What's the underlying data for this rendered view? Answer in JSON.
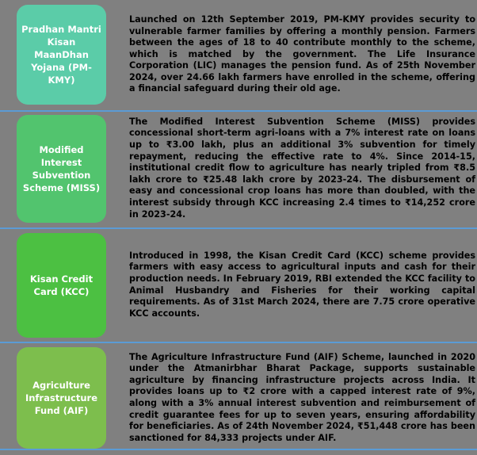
{
  "theme": {
    "background_color": "#808080",
    "divider_color": "#5B9BD5",
    "text_color": "#000000",
    "label_text_color": "#FFFFFF"
  },
  "rows": [
    {
      "label": "Pradhan Mantri Kisan MaanDhan Yojana (PM-KMY)",
      "label_color": "#5BCCA8",
      "description": "Launched on 12th September 2019, PM-KMY provides security to vulnerable farmer families by offering a monthly pension. Farmers between the ages of 18 to 40 contribute monthly to the scheme, which is matched by the government. The Life Insurance Corporation (LIC) manages the pension fund. As of 25th November 2024, over 24.66 lakh farmers have enrolled in the scheme, offering a financial safeguard during their old age."
    },
    {
      "label": "Modified Interest Subvention Scheme (MISS)",
      "label_color": "#52C46E",
      "description": "The Modified Interest Subvention Scheme (MISS) provides concessional short-term agri-loans with a 7% interest rate on loans up to ₹3.00 lakh, plus an additional 3% subvention for timely repayment, reducing the effective rate to 4%. Since 2014-15, institutional credit flow to agriculture has nearly tripled from ₹8.5 lakh crore to ₹25.48 lakh crore by 2023-24. The disbursement of easy and concessional crop loans has more than doubled, with the interest subsidy through KCC increasing 2.4 times to ₹14,252 crore in 2023-24."
    },
    {
      "label": "Kisan Credit Card (KCC)",
      "label_color": "#4CC042",
      "description": "Introduced in 1998, the Kisan Credit Card (KCC) scheme provides farmers with easy access to agricultural inputs and cash for their production needs. In February 2019, RBI extended the KCC facility to Animal Husbandry and Fisheries for their working capital requirements. As of 31st March 2024, there are 7.75 crore operative KCC accounts."
    },
    {
      "label": "Agriculture Infrastructure Fund (AIF)",
      "label_color": "#7DBE4D",
      "description": "The Agriculture Infrastructure Fund (AIF) Scheme, launched in 2020 under the Atmanirbhar Bharat Package, supports sustainable agriculture by financing infrastructure projects across India. It provides loans up to ₹2 crore with a capped interest rate of 9%, along with a 3% annual interest subvention and reimbursement of credit guarantee fees for up to seven years, ensuring affordability for beneficiaries. As of 24th November 2024, ₹51,448 crore has been sanctioned for 84,333 projects under AIF."
    }
  ]
}
